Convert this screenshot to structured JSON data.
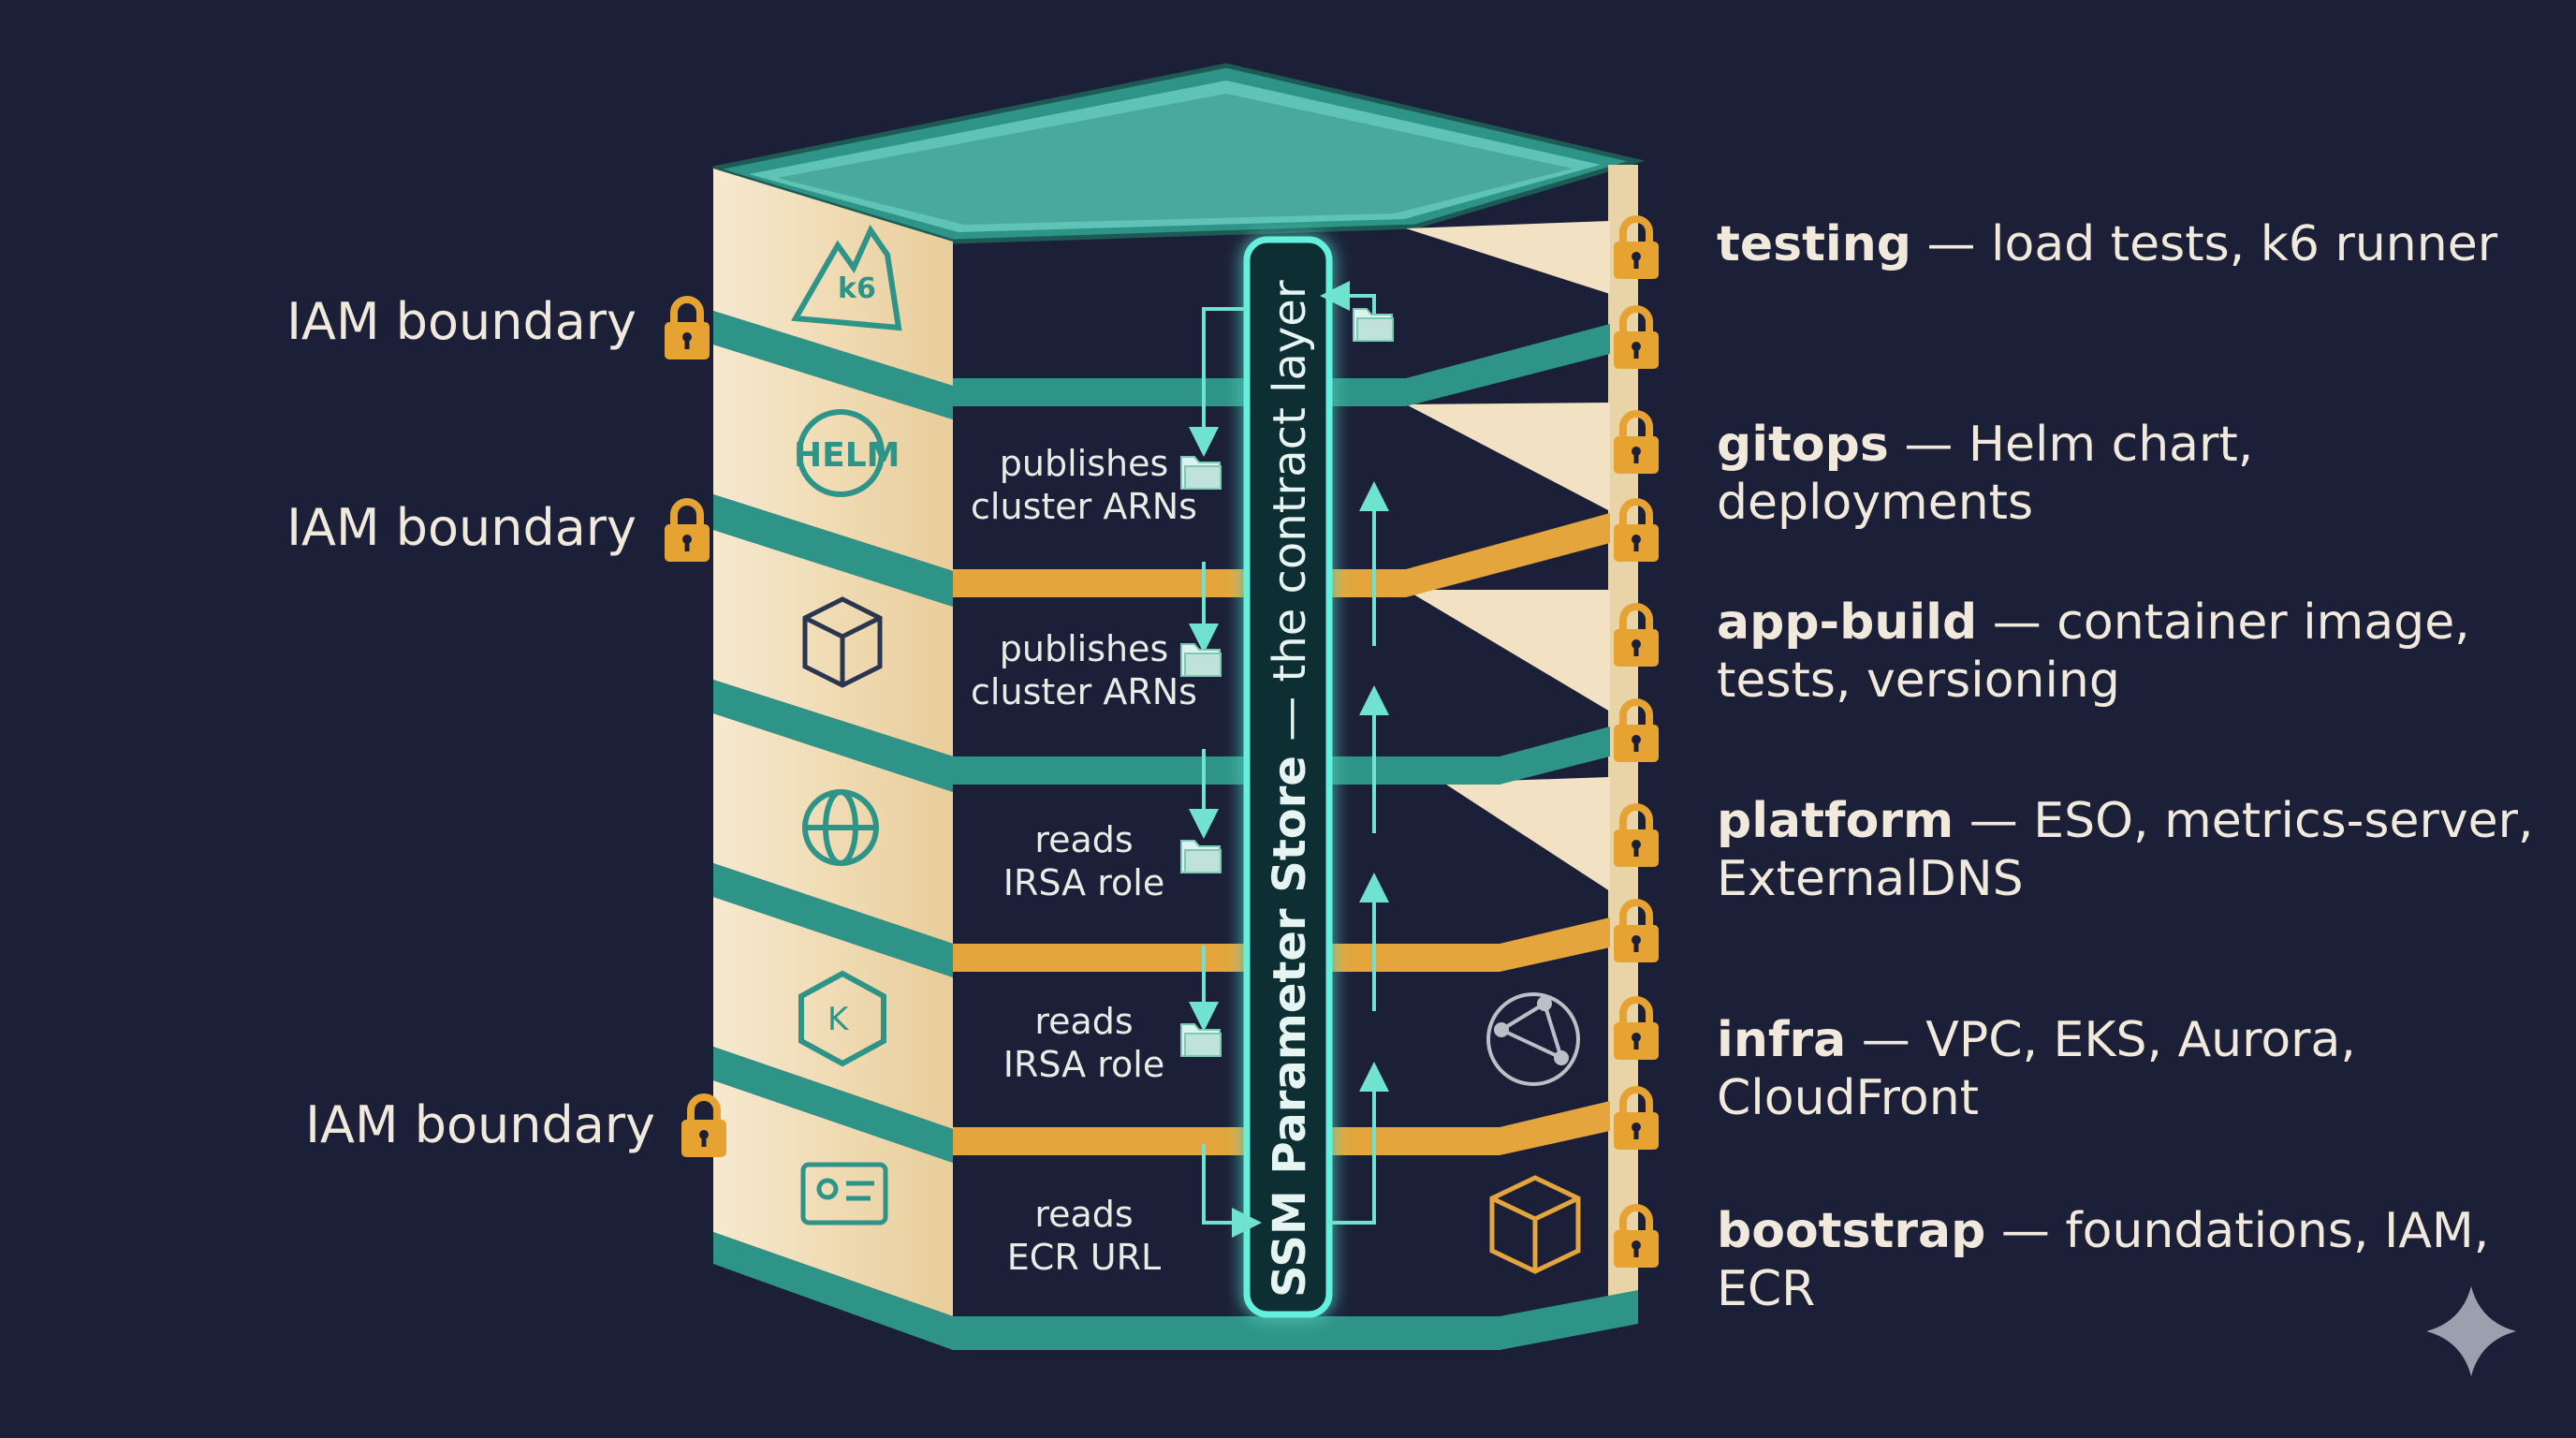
{
  "ssm": {
    "name": "SSM Parameter Store",
    "suffix": "— the contract layer"
  },
  "iam_boundaries": [
    "IAM boundary",
    "IAM boundary",
    "IAM boundary"
  ],
  "layers": [
    {
      "name": "testing",
      "desc": "— load tests, k6 runner"
    },
    {
      "name": "gitops",
      "desc": "— Helm chart, deployments"
    },
    {
      "name": "app-build",
      "desc": "— container image, tests, versioning"
    },
    {
      "name": "platform",
      "desc": "— ESO, metrics-server, ExternalDNS"
    },
    {
      "name": "infra",
      "desc": "— VPC, EKS, Aurora, CloudFront"
    },
    {
      "name": "bootstrap",
      "desc": "— foundations, IAM, ECR"
    }
  ],
  "flows": [
    {
      "line1": "publishes",
      "line2": "cluster ARNs"
    },
    {
      "line1": "publishes",
      "line2": "cluster ARNs"
    },
    {
      "line1": "reads",
      "line2": "IRSA role"
    },
    {
      "line1": "reads",
      "line2": "IRSA role"
    },
    {
      "line1": "reads",
      "line2": "ECR URL"
    }
  ],
  "icons": [
    "k6-mountain-icon",
    "helm-wheel-icon",
    "package-box-icon",
    "globe-gear-icon",
    "kubernetes-hexagon-icon",
    "id-card-icon",
    "network-globe-icon",
    "cube-icon",
    "padlock-icon",
    "sparkle-icon"
  ],
  "colors": {
    "background": "#1b2038",
    "teal": "#2f9488",
    "amber": "#e3a53c",
    "cream": "#f2e2c3",
    "glow": "#63f0dc",
    "lock": "#e6a332"
  }
}
